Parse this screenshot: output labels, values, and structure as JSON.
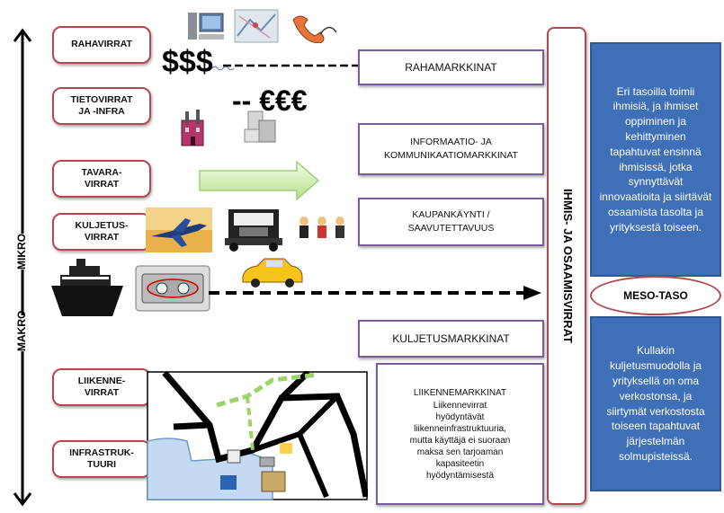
{
  "axis": {
    "top_label": "MIKRO",
    "bottom_label": "MAKRO"
  },
  "left_boxes": [
    {
      "label": "RAHAVIRRAT"
    },
    {
      "label": "TIETOVIRRAT\nJA -INFRA"
    },
    {
      "label": "TAVARA-\nVIRRAT"
    },
    {
      "label": "KULJETUS-\nVIRRAT"
    },
    {
      "label": "LIIKENNE-\nVIRRAT"
    },
    {
      "label": "INFRASTRUK-\nTUURI"
    }
  ],
  "symbols": {
    "dollars": "$$$",
    "euros": "-- €€€"
  },
  "market_boxes": {
    "raha": "RAHAMARKKINAT",
    "info": "INFORMAATIO- JA\nKOMMUNIKAATIOMARKKINAT",
    "kauppa": "KAUPANKÄYNTI /\nSAAVUTETTAVUUS",
    "kuljetus": "KULJETUSMARKKINAT",
    "liikenne_title": "LIIKENNEMARKKINAT",
    "liikenne_body": "Liikennevirrat\nhyödyntävät\nliikenneinfrastruktuuria,\nmutta käyttäjä ei suoraan\nmaksa sen tarjoaman\nkapasiteetin\nhyödyntämisestä"
  },
  "vertical_bar": {
    "label": "IHMIS- JA OSAAMISVIRRAT"
  },
  "meso": {
    "label": "MESO-TASO"
  },
  "blue_boxes": {
    "top": "Eri tasoilla toimii ihmisiä, ja ihmiset oppiminen ja kehittyminen tapahtuvat ensinnä ihmisissä, jotka synnyttävät innovaatioita ja siirtävät osaamista tasolta ja yrityksestä toiseen.",
    "bottom": "Kullakin kuljetusmuodolla ja yrityksellä on oma verkostonsa, ja siirtymät verkostosta toiseen tapahtuvat järjestelmän solmupisteissä."
  },
  "colors": {
    "box_border": "#b04a52",
    "purple": "#7b5b9c",
    "blue": "#3f70b7"
  },
  "icons": [
    "computer-icon",
    "map-icon",
    "phone-icon",
    "factory-icon",
    "server-icon",
    "airplane-icon",
    "truck-icon",
    "people-icon",
    "ship-icon",
    "tachograph-icon",
    "taxi-icon",
    "green-arrow-icon"
  ]
}
